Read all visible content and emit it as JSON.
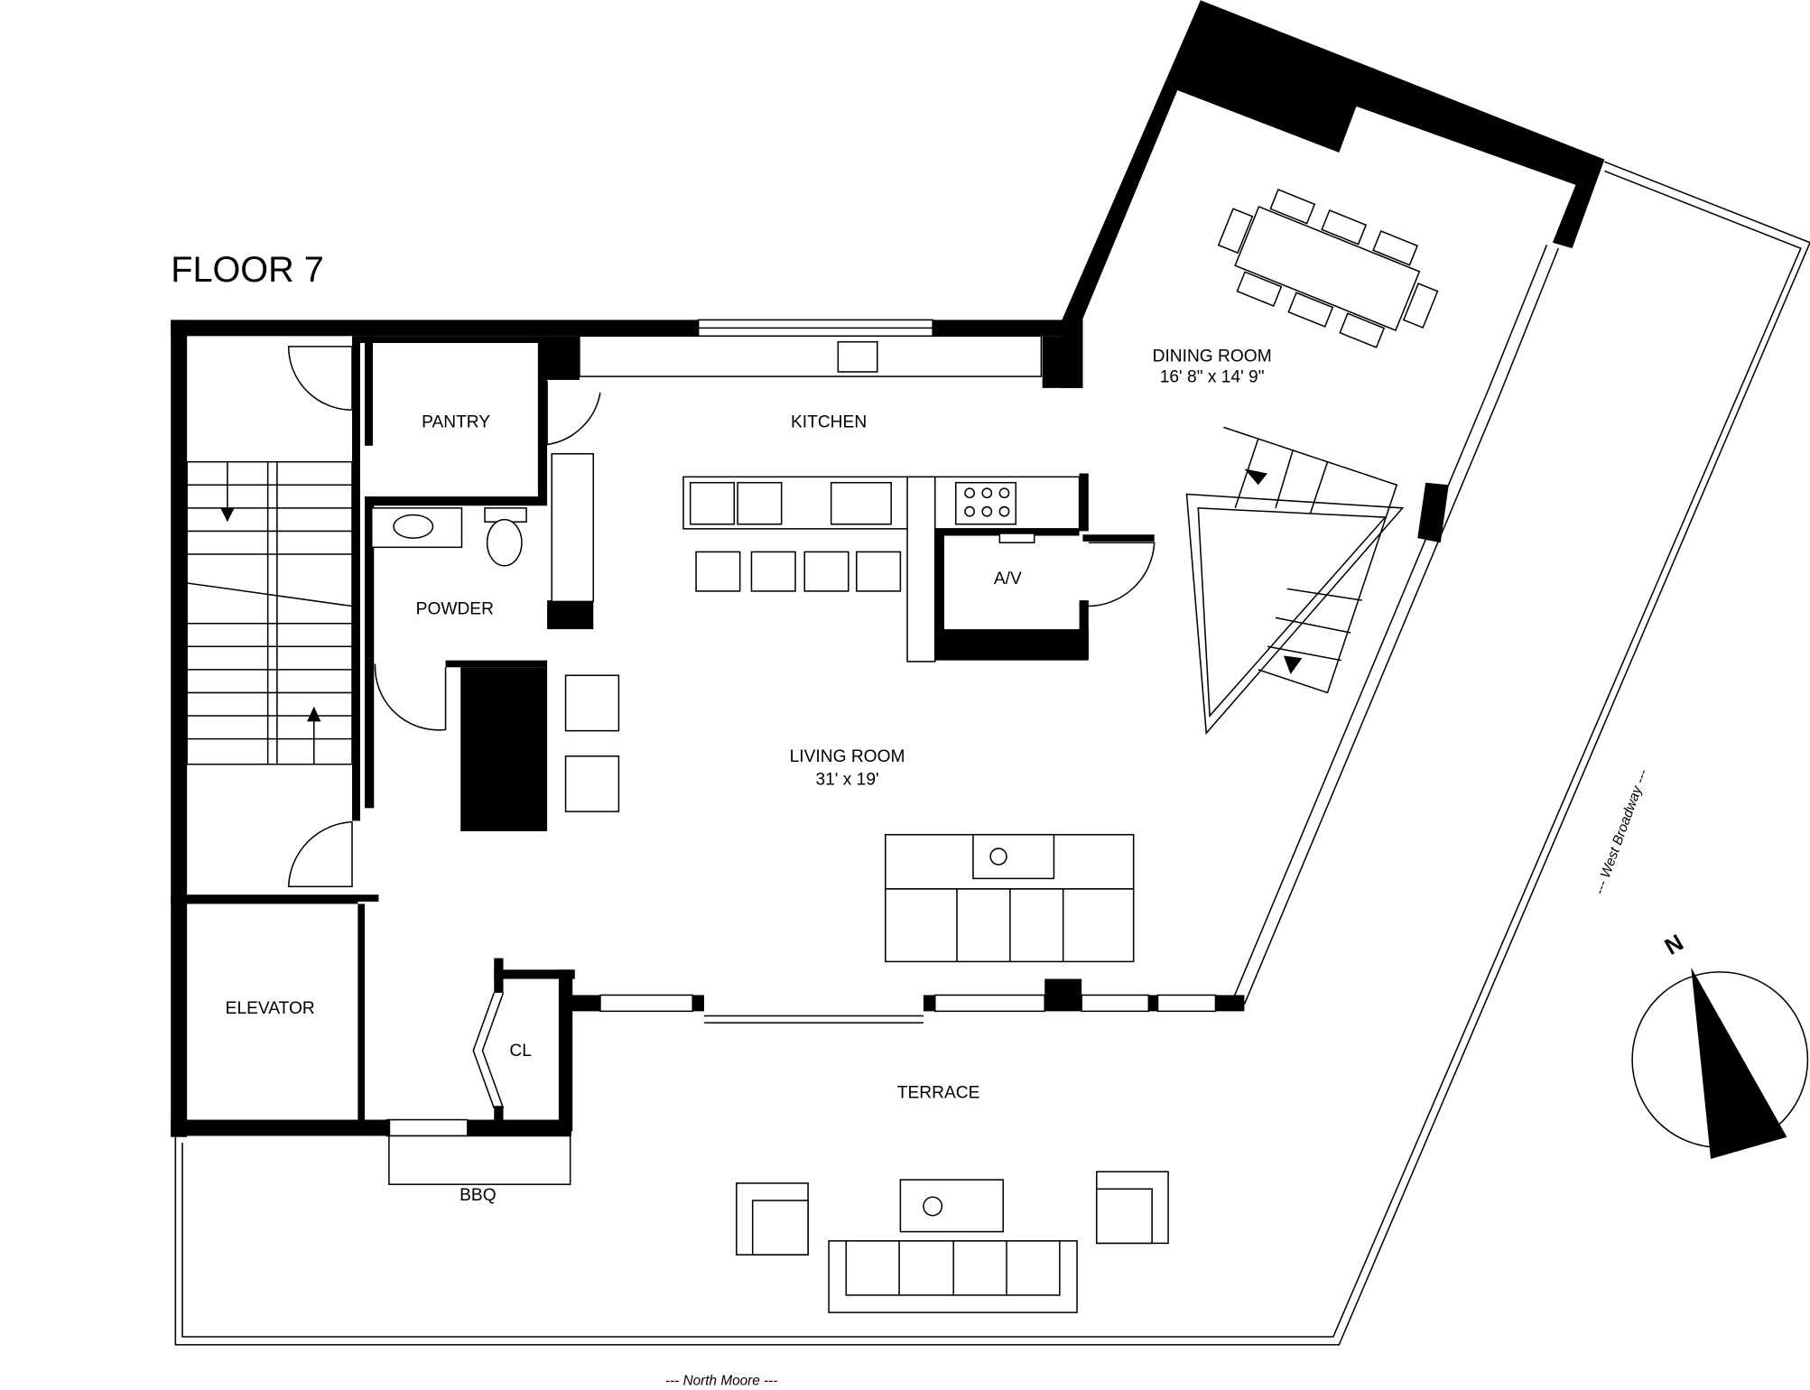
{
  "title": "FLOOR 7",
  "rooms": {
    "pantry": "PANTRY",
    "kitchen": "KITCHEN",
    "dining": "DINING ROOM",
    "dining_size": "16' 8\" x 14' 9\"",
    "powder": "POWDER",
    "av": "A/V",
    "living": "LIVING ROOM",
    "living_size": "31' x 19'",
    "elevator": "ELEVATOR",
    "closet": "CL",
    "terrace": "TERRACE",
    "bbq": "BBQ"
  },
  "streets": {
    "south": "--- North Moore  ---",
    "east": "--- West Broadway  ---"
  },
  "compass": {
    "label": "N",
    "icon": "north-arrow-icon"
  }
}
